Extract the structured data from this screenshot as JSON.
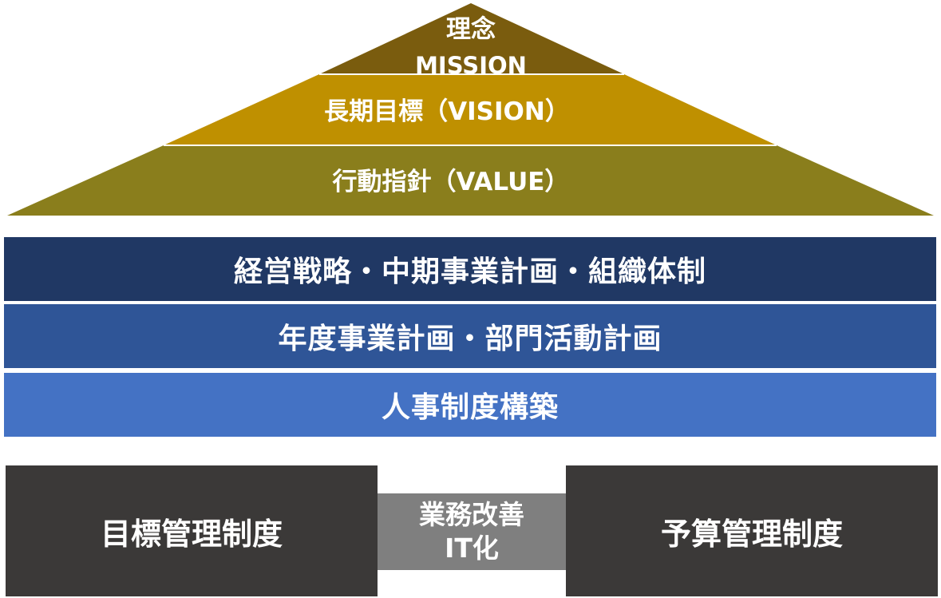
{
  "pyramid": {
    "top": {
      "line1": "理念",
      "line2": "MISSION",
      "color": "#7a5c0e"
    },
    "middle": {
      "label": "長期目標（VISION）",
      "color": "#bf9000"
    },
    "bottom": {
      "label": "行動指針（VALUE）",
      "color": "#8a7e1c"
    }
  },
  "bands": [
    {
      "label": "経営戦略・中期事業計画・組織体制",
      "color": "#203864"
    },
    {
      "label": "年度事業計画・部門活動計画",
      "color": "#2f5597"
    },
    {
      "label": "人事制度構築",
      "color": "#4472c4"
    }
  ],
  "foundation": {
    "left": {
      "label": "目標管理制度",
      "color": "#3b3938"
    },
    "center": {
      "line1": "業務改善",
      "line2": "IT化",
      "color": "#7f7f7f"
    },
    "right": {
      "label": "予算管理制度",
      "color": "#3b3938"
    }
  }
}
